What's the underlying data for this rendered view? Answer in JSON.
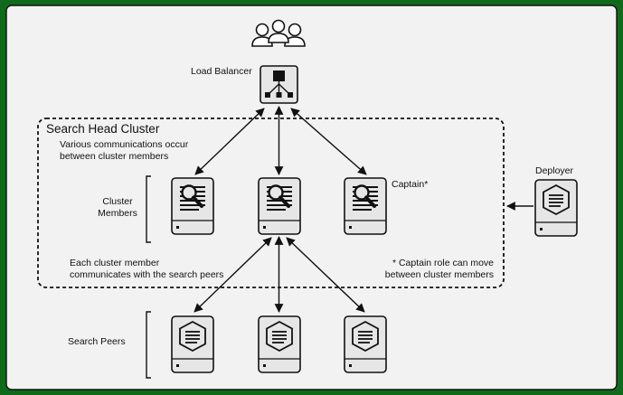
{
  "diagram": {
    "users_icon": "users-icon",
    "load_balancer": {
      "label": "Load Balancer",
      "icon": "load-balancer-icon"
    },
    "search_head_cluster": {
      "title": "Search Head Cluster",
      "communications_note": "Various communications occur\nbetween cluster members",
      "members_label": "Cluster\nMembers",
      "member_icon": "search-head-server-icon",
      "captain_label": "Captain*",
      "peers_note": "Each cluster member\ncommunicates with the search peers",
      "captain_note": "* Captain role can move\nbetween cluster members"
    },
    "deployer": {
      "label": "Deployer",
      "icon": "deployer-server-icon"
    },
    "search_peers": {
      "label": "Search Peers",
      "icon": "indexer-server-icon"
    },
    "colors": {
      "outer_border": "#0f6b1b",
      "background": "#f2f2f2",
      "line": "#111111",
      "icon_fill": "#e6e6e6"
    }
  }
}
